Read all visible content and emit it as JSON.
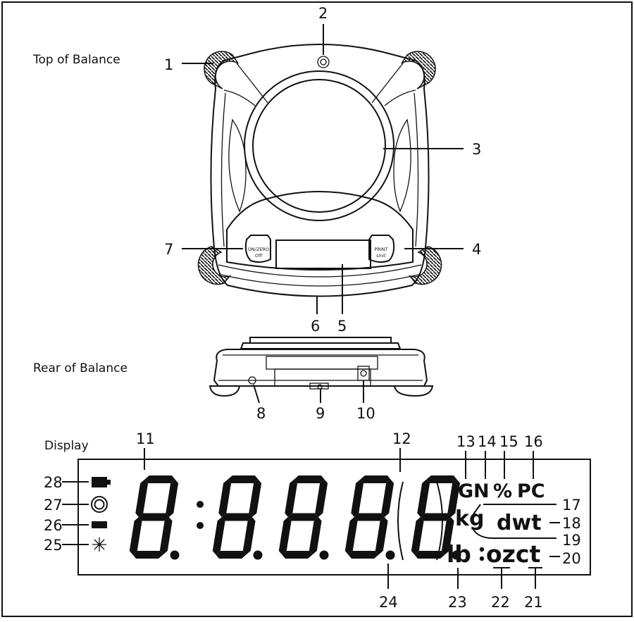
{
  "sections": {
    "top": "Top of Balance",
    "rear": "Rear of Balance",
    "display": "Display"
  },
  "buttons": {
    "left_line1": "ON/ZERO",
    "left_line2": "Off",
    "right_line1": "PRINT",
    "right_line2": "Unit"
  },
  "indicators": {
    "g": "G",
    "n": "N",
    "percent": "%",
    "pc": "PC",
    "kg": "kg",
    "dwt": "dwt",
    "lb": "lb",
    "ozct": "ozct"
  },
  "callouts": [
    "1",
    "2",
    "3",
    "4",
    "5",
    "6",
    "7",
    "8",
    "9",
    "10",
    "11",
    "12",
    "13",
    "14",
    "15",
    "16",
    "17",
    "18",
    "19",
    "20",
    "21",
    "22",
    "23",
    "24",
    "25",
    "26",
    "27",
    "28"
  ]
}
